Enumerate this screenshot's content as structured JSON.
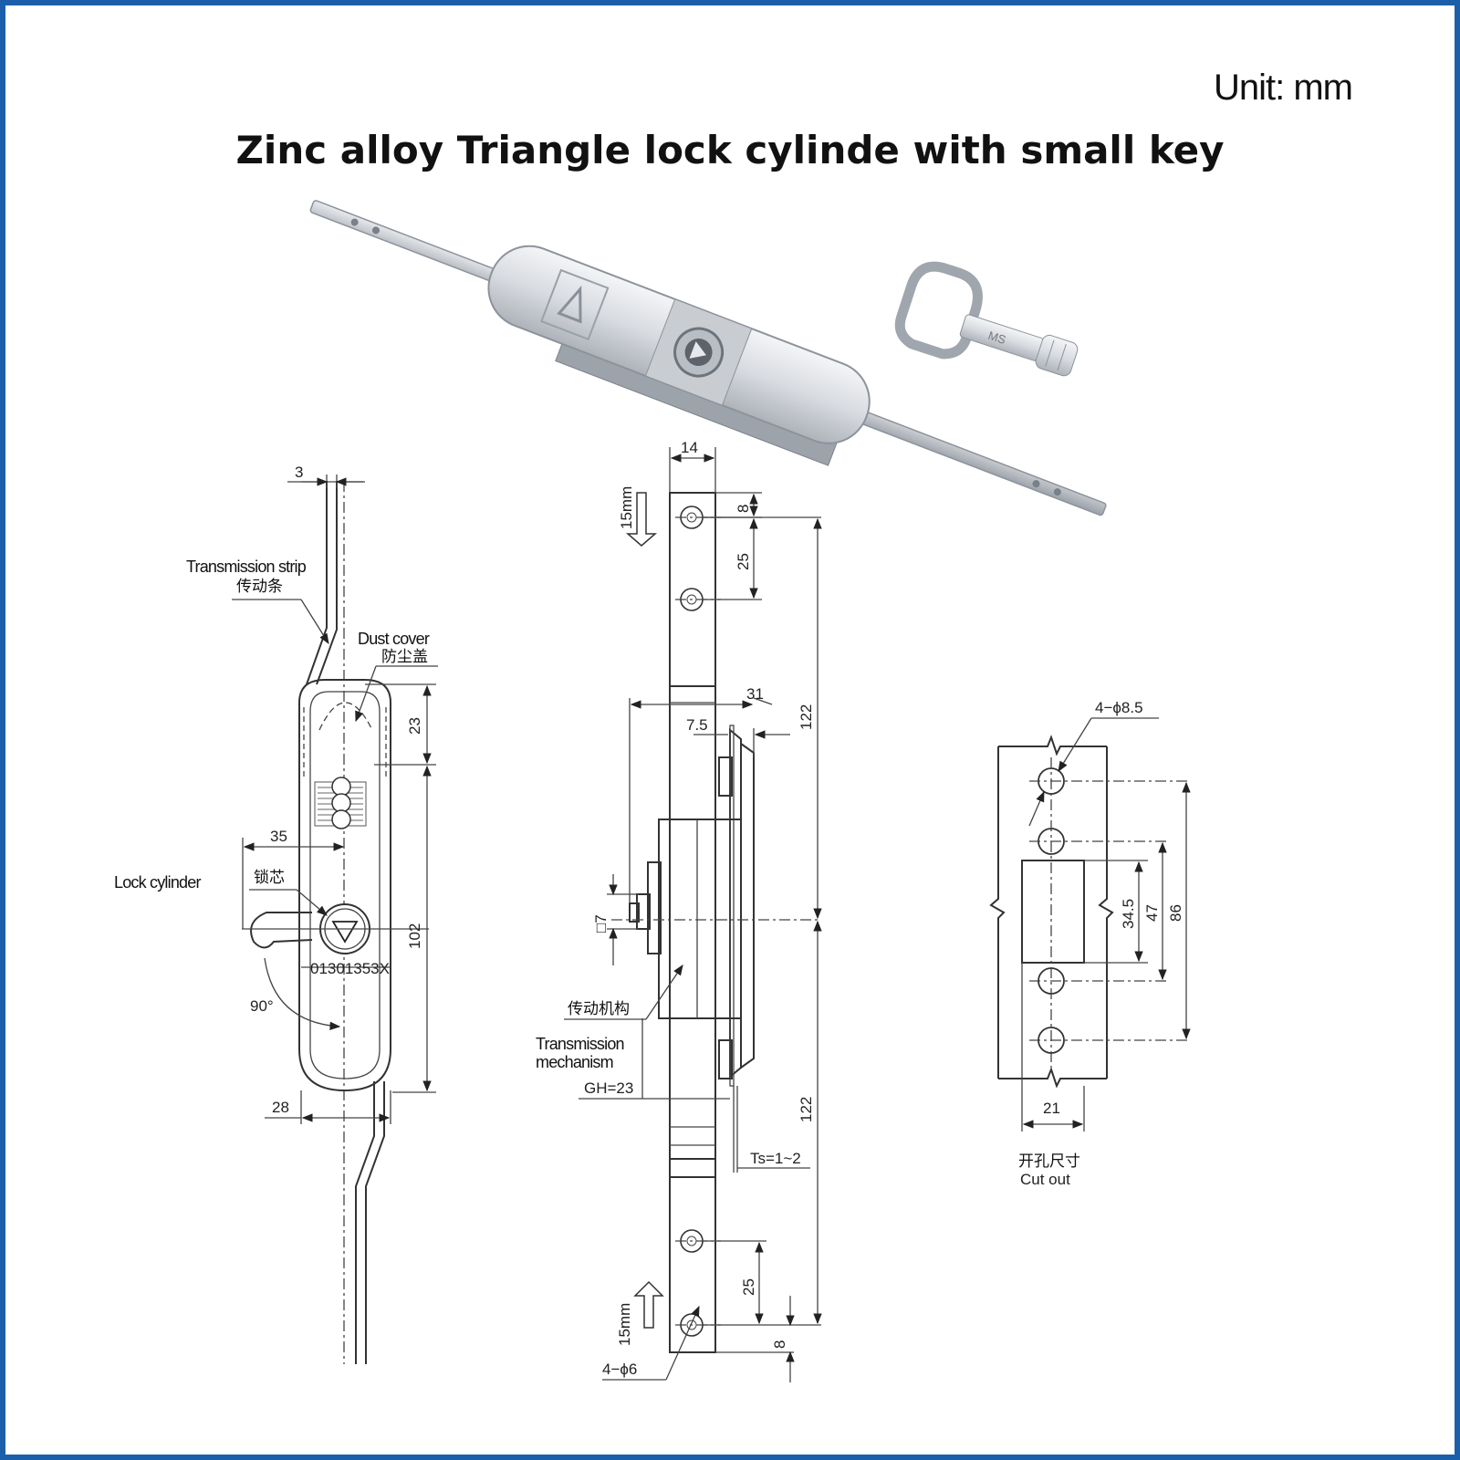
{
  "header": {
    "unit": "Unit:  mm",
    "title": "Zinc alloy Triangle lock cylinde with small key"
  },
  "photo": {
    "key_mark": "MS"
  },
  "left_view": {
    "dim_top_width": "3",
    "transmission_strip_en": "Transmission strip",
    "transmission_strip_cn": "传动条",
    "dust_cover_en": "Dust cover",
    "dust_cover_cn": "防尘盖",
    "dim_dust_cover": "23",
    "dim_35": "35",
    "lock_cylinder_en": "Lock cylinder",
    "lock_cylinder_cn": "锁芯",
    "dim_body_height": "102",
    "serial": "01301353X",
    "angle": "90°",
    "dim_28": "28"
  },
  "middle_view": {
    "dim_14": "14",
    "travel_top": "15mm",
    "dim_8_top": "8",
    "dim_25_top": "25",
    "dim_122_top": "122",
    "dim_31": "31",
    "dim_7_5": "7.5",
    "square_7": "□7",
    "transmission_mechanism_cn": "传动机构",
    "transmission_mechanism_en_1": "Transmission",
    "transmission_mechanism_en_2": "mechanism",
    "gh": "GH=23",
    "dim_122_bottom": "122",
    "ts": "Ts=1~2",
    "dim_25_bottom": "25",
    "travel_bottom": "15mm",
    "dim_8_bottom": "8",
    "holes": "4−ϕ6"
  },
  "cutout": {
    "holes": "4−ϕ8.5",
    "dim_34_5": "34.5",
    "dim_47": "47",
    "dim_86": "86",
    "dim_21": "21",
    "label_cn": "开孔尺寸",
    "label_en": "Cut  out"
  }
}
